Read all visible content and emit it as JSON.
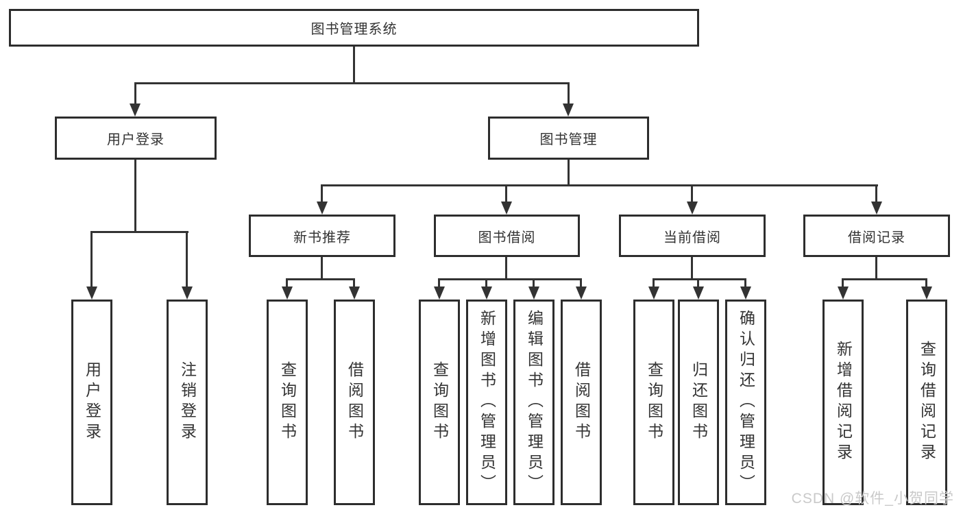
{
  "tree": {
    "label": "图书管理系统",
    "children": [
      {
        "label": "用户登录",
        "children": [
          {
            "label": "用户登录"
          },
          {
            "label": "注销登录"
          }
        ]
      },
      {
        "label": "图书管理",
        "children": [
          {
            "label": "新书推荐",
            "children": [
              {
                "label": "查询图书"
              },
              {
                "label": "借阅图书"
              }
            ]
          },
          {
            "label": "图书借阅",
            "children": [
              {
                "label": "查询图书"
              },
              {
                "label": "新增图书（管理员）"
              },
              {
                "label": "编辑图书（管理员）"
              },
              {
                "label": "借阅图书"
              }
            ]
          },
          {
            "label": "当前借阅",
            "children": [
              {
                "label": "查询图书"
              },
              {
                "label": "归还图书"
              },
              {
                "label": "确认归还（管理员）"
              }
            ]
          },
          {
            "label": "借阅记录",
            "children": [
              {
                "label": "新增借阅记录"
              },
              {
                "label": "查询借阅记录"
              }
            ]
          }
        ]
      }
    ]
  },
  "watermark": "CSDN @软件_小贺同学",
  "colors": {
    "line": "#333333",
    "border": "#2d2d2d",
    "background": "#ffffff",
    "text": "#333333",
    "watermark": "#c9c9c9"
  }
}
